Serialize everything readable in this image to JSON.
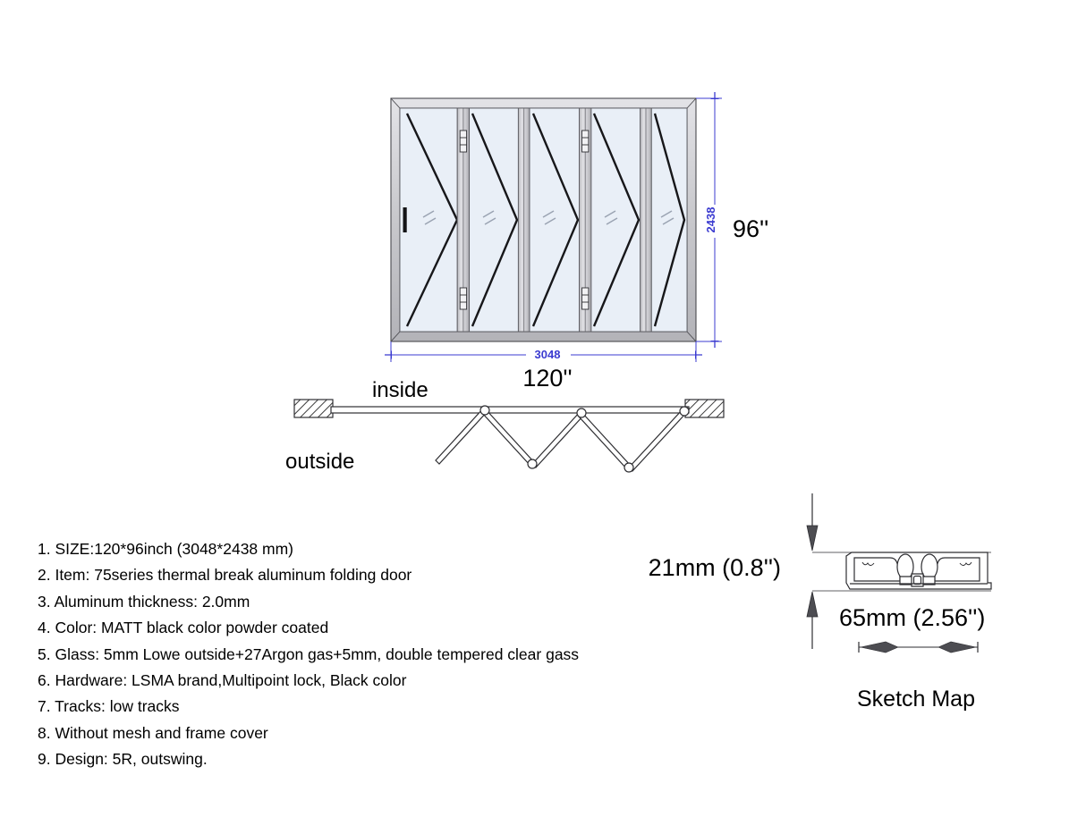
{
  "document": {
    "type": "technical-drawing",
    "subject": "75 series thermal break aluminum folding door"
  },
  "elevation": {
    "panel_count": 5,
    "dim_width_mm": "3048",
    "dim_width_in": "120''",
    "dim_height_mm": "2438",
    "dim_height_in": "96''",
    "dim_color": "#3b3bd0",
    "glass_color": "#e9eff7",
    "frame_color": "#c8c8cc"
  },
  "plan": {
    "label_inside": "inside",
    "label_outside": "outside",
    "fold_vertices": 5,
    "swing": "outswing"
  },
  "sketch": {
    "title": "Sketch Map",
    "dim_vertical": "21mm (0.8'')",
    "dim_horizontal": "65mm (2.56'')"
  },
  "specs": [
    "1. SIZE:120*96inch (3048*2438 mm)",
    "2. Item: 75series thermal break aluminum folding door",
    "3. Aluminum thickness: 2.0mm",
    "4. Color: MATT black color powder coated",
    "5. Glass: 5mm Lowe outside+27Argon gas+5mm, double tempered clear gass",
    "6. Hardware: LSMA brand,Multipoint lock, Black color",
    "7. Tracks: low tracks",
    "8. Without mesh and frame cover",
    "9. Design: 5R, outswing."
  ]
}
